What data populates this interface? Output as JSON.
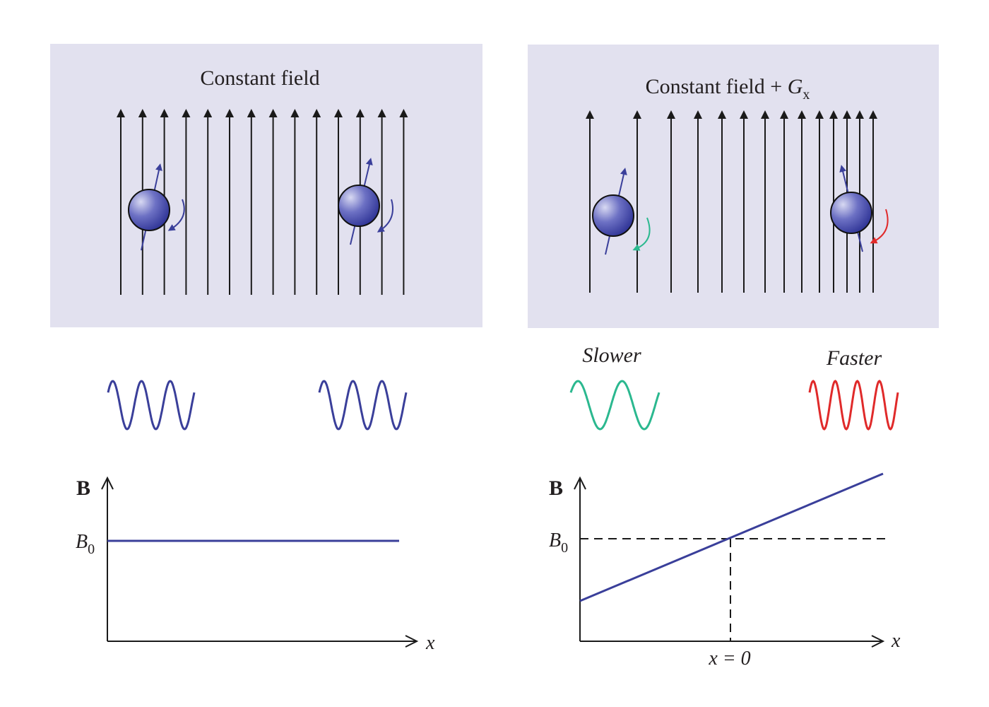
{
  "left_panel": {
    "title": "Constant field",
    "wave_color": "#3a3f9a",
    "spin_arrow_color": "#3a3f9a"
  },
  "right_panel": {
    "title_main": "Constant field + ",
    "title_symbol": "G",
    "title_subscript": "x",
    "slower_label": "Slower",
    "faster_label": "Faster",
    "slower_color": "#2bb88f",
    "faster_color": "#e02a2a"
  },
  "left_graph": {
    "y_label": "B",
    "x_label": "x",
    "level_label_main": "B",
    "level_label_sub": "0",
    "line_color": "#3a3f9a"
  },
  "right_graph": {
    "y_label": "B",
    "x_label": "x",
    "level_label_main": "B",
    "level_label_sub": "0",
    "x0_label": "x = 0",
    "line_color": "#3a3f9a"
  },
  "colors": {
    "panel_bg": "#e2e1ef",
    "field_line": "#1a1a1a",
    "spin_ball": "#3d43a8"
  }
}
